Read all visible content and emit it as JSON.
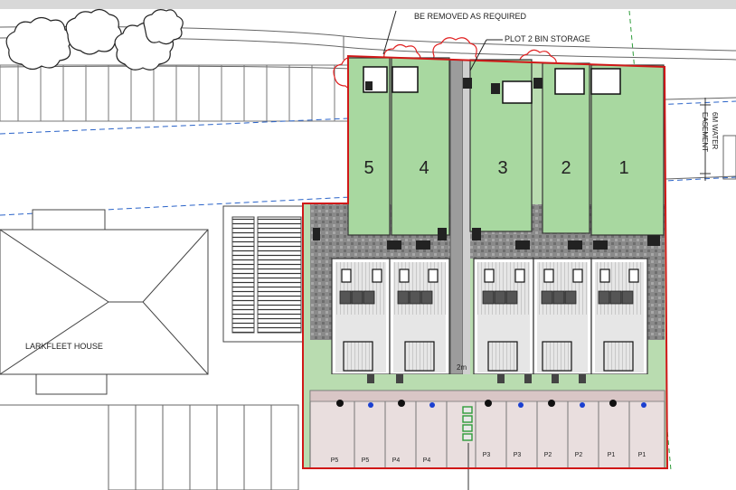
{
  "annotations": {
    "remove_note": "BE REMOVED AS REQUIRED",
    "bin_storage": "PLOT 2 BIN STORAGE",
    "easement_1": "6M WATER",
    "easement_2": "EASEMENT",
    "building": "LARKFLEET HOUSE",
    "gap": "2m"
  },
  "plots": [
    "5",
    "4",
    "3",
    "2",
    "1"
  ],
  "parking": [
    "P5",
    "P5",
    "P4",
    "P4",
    "P3",
    "P3",
    "P2",
    "P2",
    "P1",
    "P1"
  ],
  "colors": {
    "garden": "#a8d8a0",
    "paving": "#8c8c8c",
    "boundary": "#d01818",
    "easement": "#2a63c8",
    "tree_red": "#e02020",
    "driveway": "#e9dede",
    "roof": "#dcdcdc"
  }
}
